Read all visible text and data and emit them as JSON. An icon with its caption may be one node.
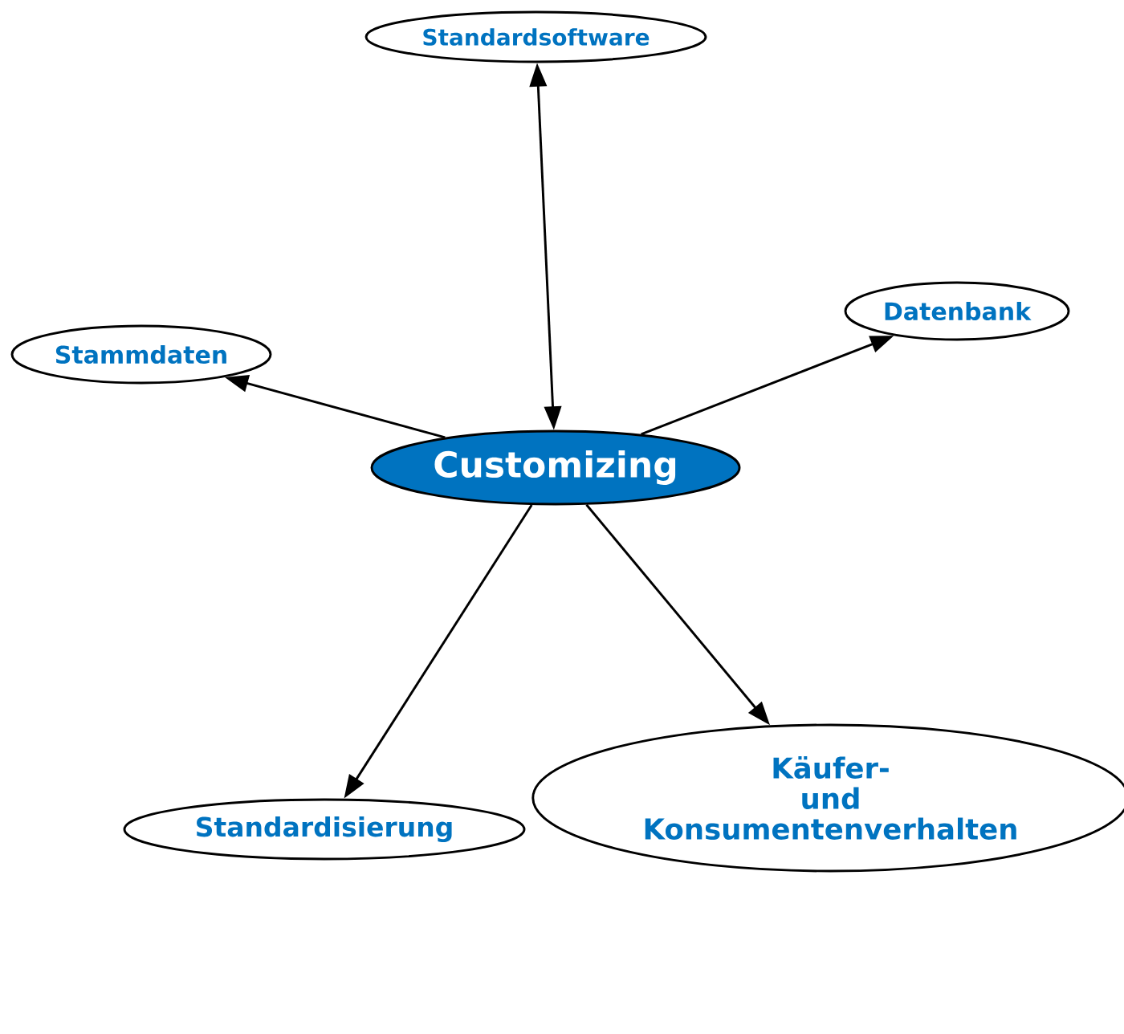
{
  "diagram": {
    "nodes": [
      {
        "text": [
          "Standardsoftware"
        ]
      },
      {
        "text": [
          "Stammdaten"
        ]
      },
      {
        "text": [
          "Datenbank"
        ]
      },
      {
        "text": [
          "Customizing"
        ]
      },
      {
        "text": [
          "Standardisierung"
        ]
      },
      {
        "text": [
          "Käufer- und Konsumentenverhalten"
        ]
      }
    ],
    "edges": [
      {
        "from": 3,
        "to": 0,
        "arrow": "both"
      },
      {
        "from": 3,
        "to": 1,
        "arrow": "to"
      },
      {
        "from": 3,
        "to": 2,
        "arrow": "to"
      },
      {
        "from": 3,
        "to": 4,
        "arrow": "to"
      },
      {
        "from": 3,
        "to": 5,
        "arrow": "to"
      }
    ]
  }
}
